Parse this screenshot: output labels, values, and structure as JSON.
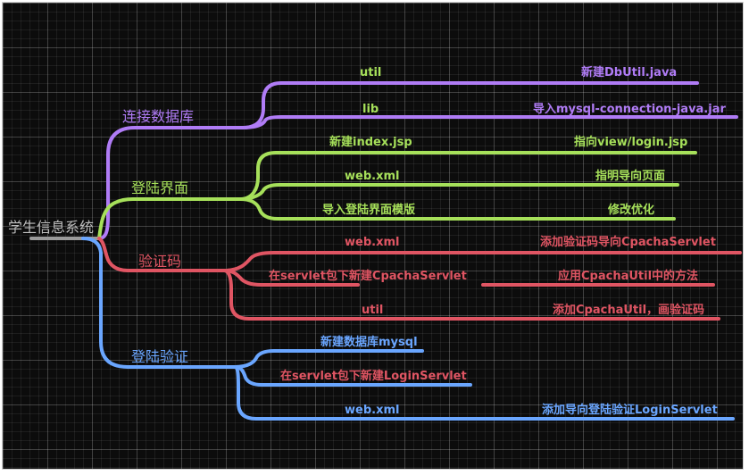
{
  "root": {
    "label": "学生信息系统",
    "color": "#bdbdbd"
  },
  "branches": [
    {
      "label": "连接数据库",
      "color": "#b07cf6",
      "leaves": [
        {
          "left": "util",
          "right": "新建DbUtil.java"
        },
        {
          "left": "lib",
          "right": "导入mysql-connection-java.jar"
        }
      ]
    },
    {
      "label": "登陆界面",
      "color": "#a6e05a",
      "leaves": [
        {
          "left": "新建index.jsp",
          "right": "指向view/login.jsp"
        },
        {
          "left": "web.xml",
          "right": "指明导向页面"
        },
        {
          "left": "导入登陆界面模版",
          "right": "修改优化"
        }
      ]
    },
    {
      "label": "验证码",
      "color": "#e05563",
      "leaves": [
        {
          "left": "web.xml",
          "right": "添加验证码导向CpachaServlet"
        },
        {
          "left": "在servlet包下新建CpachaServlet",
          "right": "应用CpachaUtil中的方法"
        },
        {
          "left": "util",
          "right": "添加CpachaUtil，画验证码"
        }
      ]
    },
    {
      "label": "登陆验证",
      "color": "#6aa6ff",
      "leaves": [
        {
          "left": "新建数据库mysql",
          "right": ""
        },
        {
          "left": "在servlet包下新建LoginServlet",
          "right": ""
        },
        {
          "left": "web.xml",
          "right": "添加导向登陆验证LoginServlet"
        }
      ]
    }
  ]
}
